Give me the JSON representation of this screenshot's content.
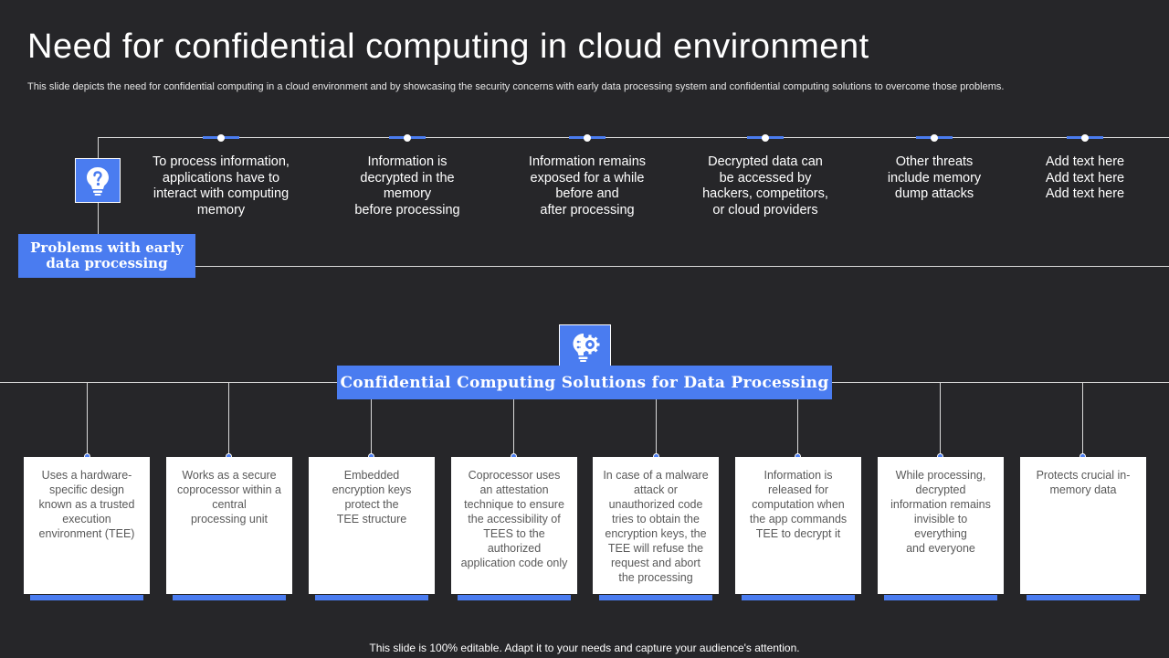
{
  "slide": {
    "title": "Need for confidential computing in cloud environment",
    "subtitle": "This slide depicts the need for confidential computing in a cloud environment and by showcasing the security concerns with early data processing system and confidential computing solutions to overcome those problems.",
    "footer": "This slide is 100% editable. Adapt it to your needs and capture your audience's attention."
  },
  "problems": {
    "icon": "lightbulb-question-icon",
    "label": "Problems with early data processing",
    "items": [
      "To process information,\napplications have to\ninteract with computing\nmemory",
      "Information is\ndecrypted in the\nmemory\nbefore processing",
      "Information remains\nexposed for a while\nbefore and\nafter processing",
      "Decrypted data can\nbe accessed by\nhackers, competitors,\nor cloud providers",
      "Other threats\ninclude memory\ndump attacks",
      "Add text here\nAdd text here\nAdd text here"
    ]
  },
  "solutions": {
    "icon": "lightbulb-gear-icon",
    "label": "Confidential Computing Solutions for Data Processing",
    "cards": [
      "Uses a hardware-\nspecific design\nknown as a trusted\nexecution\nenvironment (TEE)",
      "Works as a secure\ncoprocessor within a\ncentral\nprocessing unit",
      "Embedded\nencryption keys\nprotect the\nTEE structure",
      "Coprocessor uses\nan attestation\ntechnique to ensure\nthe accessibility of\nTEES to the\nauthorized\napplication code only",
      "In case of a malware\nattack or\nunauthorized code\ntries to obtain the\nencryption keys, the\nTEE will refuse the\nrequest and abort\nthe processing",
      "Information is\nreleased for\ncomputation when\nthe app commands\nTEE to decrypt it",
      "While processing,\ndecrypted\ninformation remains\ninvisible to\neverything\nand everyone",
      "Protects crucial in-\nmemory data"
    ]
  },
  "colors": {
    "background": "#262629",
    "accent": "#4a7cf0",
    "card": "#ffffff",
    "card_text": "#595959"
  }
}
